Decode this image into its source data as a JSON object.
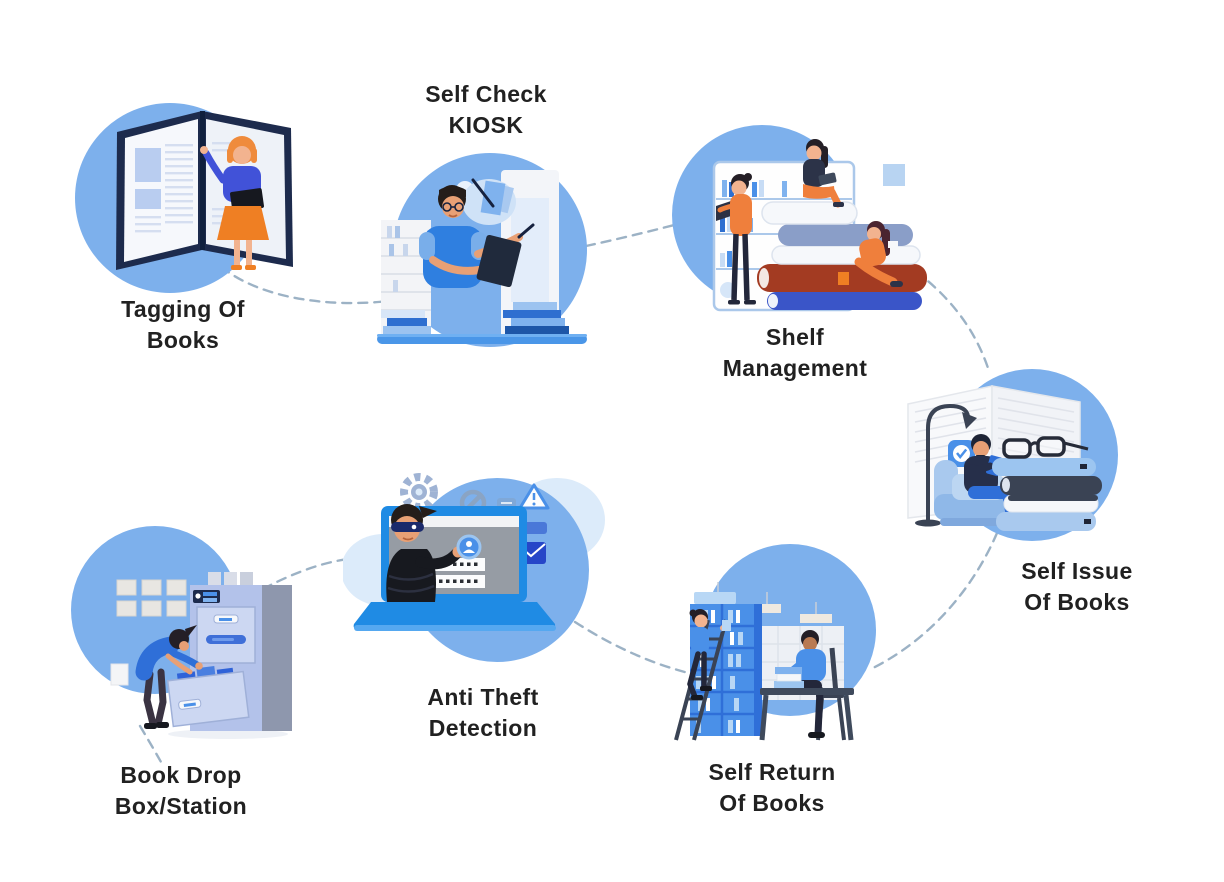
{
  "diagram": {
    "colors": {
      "circle": "#7db0ec",
      "connector": "#97aec2",
      "label": "#212121",
      "blue": "#2f7fe0",
      "navy": "#1d2b4d",
      "orange": "#ef7f23",
      "maroon": "#a33b22",
      "light_blue": "#cfe2f7"
    },
    "stages": [
      {
        "name": "tagging-of-books",
        "line1": "Tagging Of",
        "line2": "Books",
        "scene": "librarian standing beside a giant open tagged book"
      },
      {
        "name": "self-check-kiosk",
        "line1": "Self Check",
        "line2": "KIOSK",
        "scene": "man at a self-check kiosk holding a tablet and pen beside book stacks"
      },
      {
        "name": "shelf-management",
        "line1": "Shelf",
        "line2": "Management",
        "scene": "three readers on and around giant stacked books in front of a shelf"
      },
      {
        "name": "self-issue-of-books",
        "line1": "Self Issue",
        "line2": "Of Books",
        "scene": "person reading in an armchair beside a pile of books with eyeglasses on top"
      },
      {
        "name": "self-return-of-books",
        "line1": "Self Return",
        "line2": "Of Books",
        "scene": "woman on a ladder shelving books and a man reading at a desk"
      },
      {
        "name": "anti-theft-detection",
        "line1": "Anti Theft",
        "line2": "Detection",
        "scene": "masked thief reaching out of a laptop screen surrounded by security icons"
      },
      {
        "name": "book-drop-box-station",
        "line1": "Book Drop",
        "line2": "Box/Station",
        "scene": "woman dropping a book into the open drawer of a drop cabinet"
      }
    ]
  }
}
